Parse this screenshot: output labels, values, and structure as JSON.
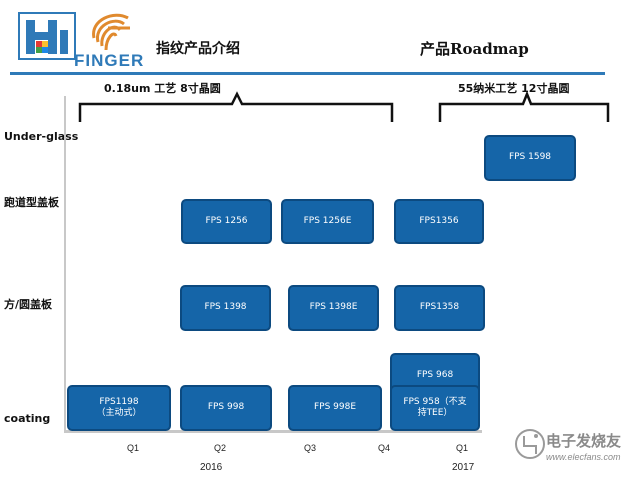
{
  "header": {
    "brand": "FINGER",
    "title_left": "指纹产品介绍",
    "title_right": "产品Roadmap"
  },
  "braces": [
    {
      "text": "0.18um 工艺    8寸晶圆"
    },
    {
      "text": "55纳米工艺    12寸晶圆"
    }
  ],
  "rows": [
    {
      "label": "Under-glass"
    },
    {
      "label": "跑道型盖板"
    },
    {
      "label": "方/圆盖板"
    },
    {
      "label": "coating"
    }
  ],
  "quarters": [
    "Q1",
    "Q2",
    "Q3",
    "Q4",
    "Q1"
  ],
  "years": [
    "2016",
    "2017"
  ],
  "products": [
    {
      "line1": "FPS 1598",
      "line2": ""
    },
    {
      "line1": "FPS 1256",
      "line2": ""
    },
    {
      "line1": "FPS 1256E",
      "line2": ""
    },
    {
      "line1": "FPS1356",
      "line2": ""
    },
    {
      "line1": "FPS 1398",
      "line2": ""
    },
    {
      "line1": "FPS 1398E",
      "line2": ""
    },
    {
      "line1": "FPS1358",
      "line2": ""
    },
    {
      "line1": "FPS 968",
      "line2": ""
    },
    {
      "line1": "FPS1198",
      "line2": "（主动式）"
    },
    {
      "line1": "FPS 998",
      "line2": ""
    },
    {
      "line1": "FPS 998E",
      "line2": ""
    },
    {
      "line1": "FPS 958（不支",
      "line2": "持TEE）"
    }
  ],
  "watermark": {
    "text": "电子发烧友",
    "url": "www.elecfans.com"
  },
  "colors": {
    "box_fill": "#1565a8",
    "box_border": "#0c4a80",
    "brand_blue": "#2f7ab8"
  }
}
